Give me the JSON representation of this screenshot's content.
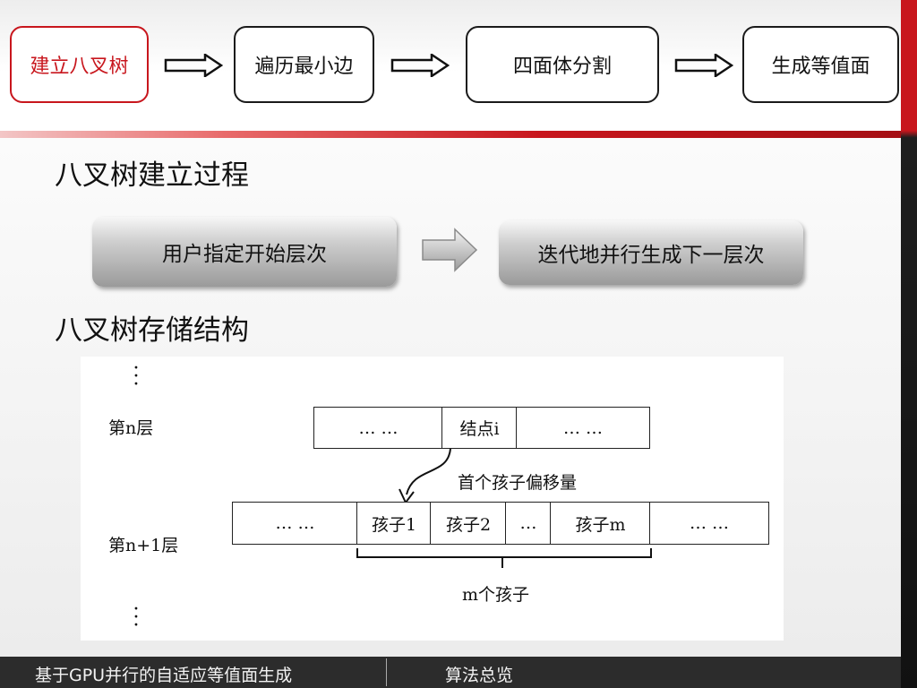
{
  "flow": {
    "steps": [
      {
        "label": "建立八叉树",
        "active": true
      },
      {
        "label": "遍历最小边",
        "active": false
      },
      {
        "label": "四面体分割",
        "active": false
      },
      {
        "label": "生成等值面",
        "active": false
      }
    ]
  },
  "build_section": {
    "title": "八叉树建立过程",
    "step1": "用户指定开始层次",
    "step2": "迭代地并行生成下一层次"
  },
  "storage_section": {
    "title": "八叉树存储结构",
    "level_n": "第n层",
    "level_n1": "第n+1层",
    "row_n": [
      "… …",
      "结点i",
      "… …"
    ],
    "row_n1": [
      "… …",
      "孩子1",
      "孩子2",
      "…",
      "孩子m",
      "… …"
    ],
    "offset_label": "首个孩子偏移量",
    "children_label": "m个孩子"
  },
  "footer": {
    "title": "基于GPU并行的自适应等值面生成",
    "section": "算法总览"
  },
  "colors": {
    "accent": "#c8161d",
    "footer_bg": "#2c2c2c"
  }
}
